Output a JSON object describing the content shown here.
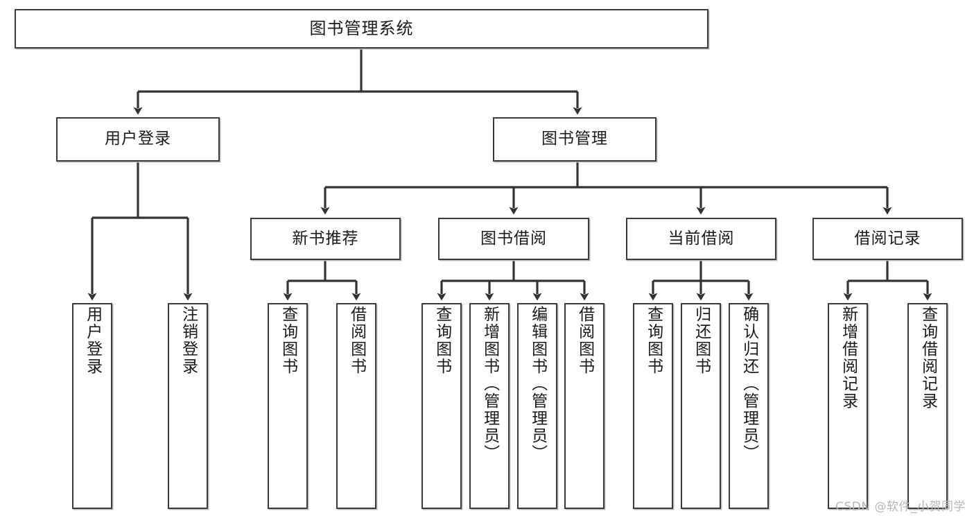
{
  "diagram": {
    "title": "图书管理系统",
    "type": "tree-hierarchy-diagram",
    "watermark": "CSDN @软件_小贺同学",
    "colors": {
      "box_stroke": "#3b3b3b",
      "box_fill": "#ffffff",
      "text": "#1a1a1a",
      "connector": "#333333",
      "watermark": "#b6b6b6",
      "shadow": "#bdbdbd"
    },
    "root": {
      "label": "图书管理系统"
    },
    "level2": [
      {
        "id": "user-login",
        "label": "用户登录"
      },
      {
        "id": "book-management",
        "label": "图书管理"
      }
    ],
    "level3": [
      {
        "id": "new-book-recommend",
        "label": "新书推荐"
      },
      {
        "id": "book-borrow",
        "label": "图书借阅"
      },
      {
        "id": "current-borrow",
        "label": "当前借阅"
      },
      {
        "id": "borrow-record",
        "label": "借阅记录"
      }
    ],
    "leaves": {
      "user_login": [
        {
          "id": "leaf-user-login",
          "label": "用户登录"
        },
        {
          "id": "leaf-logout-login",
          "label": "注销登录"
        }
      ],
      "new_book_recommend": [
        {
          "id": "leaf-query-book-1",
          "label": "查询图书"
        },
        {
          "id": "leaf-borrow-book-1",
          "label": "借阅图书"
        }
      ],
      "book_borrow": [
        {
          "id": "leaf-query-book-2",
          "label": "查询图书"
        },
        {
          "id": "leaf-add-book",
          "label": "新增图书（管理员）"
        },
        {
          "id": "leaf-edit-book",
          "label": "编辑图书（管理员）"
        },
        {
          "id": "leaf-borrow-book-2",
          "label": "借阅图书"
        }
      ],
      "current_borrow": [
        {
          "id": "leaf-query-book-3",
          "label": "查询图书"
        },
        {
          "id": "leaf-return-book",
          "label": "归还图书"
        },
        {
          "id": "leaf-confirm-return",
          "label": "确认归还（管理员）"
        }
      ],
      "borrow_record": [
        {
          "id": "leaf-add-borrow-record",
          "label": "新增借阅记录"
        },
        {
          "id": "leaf-query-borrow-record",
          "label": "查询借阅记录"
        }
      ]
    }
  }
}
